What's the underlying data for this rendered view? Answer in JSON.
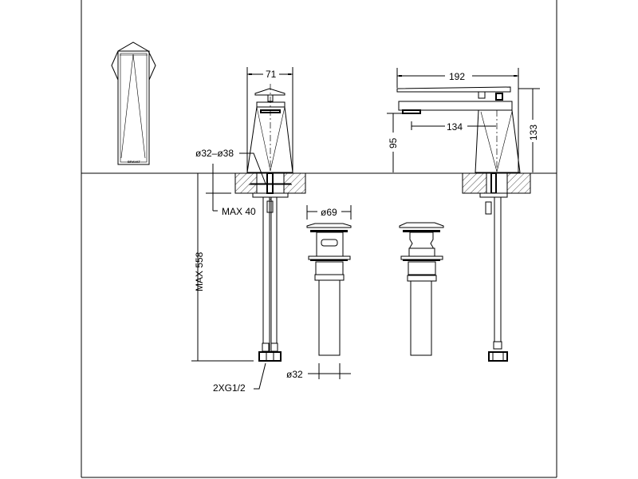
{
  "drawing": {
    "dimensions": {
      "front_width": "71",
      "side_length": "192",
      "spout_reach": "134",
      "spout_height": "95",
      "total_height": "133",
      "hole_diameter": "ø32–ø38",
      "max_thickness": "MAX  40",
      "max_hose_length": "MAX  558",
      "drain_cap_diameter": "ø69",
      "drain_pipe_diameter": "ø32",
      "connection": "2XG1/2"
    },
    "brand_mark": "BRAVAT"
  }
}
